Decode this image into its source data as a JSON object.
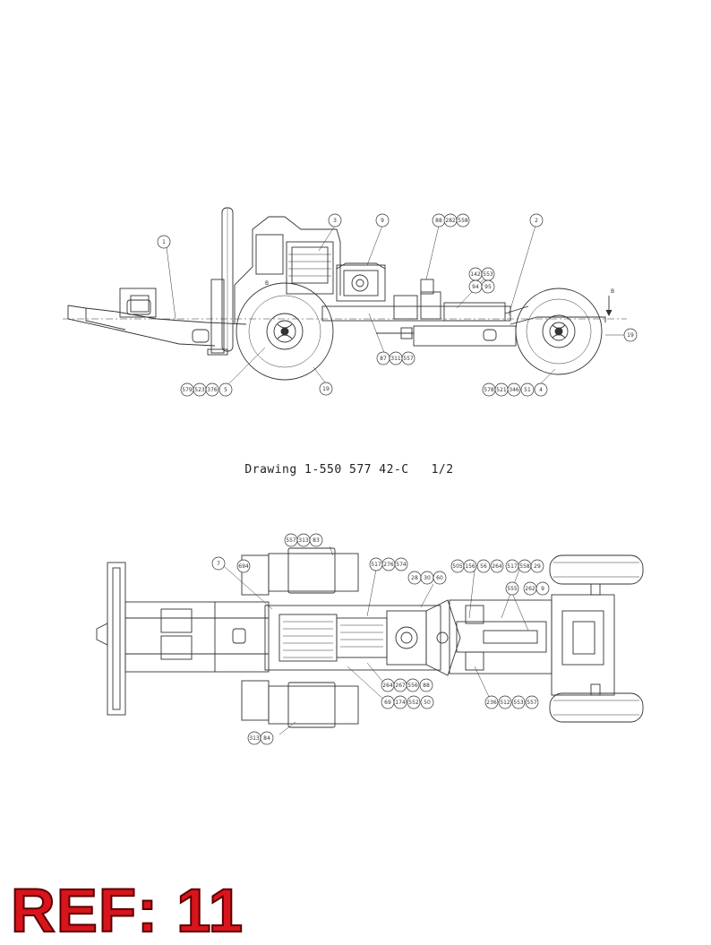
{
  "drawing_caption": "Drawing 1-550 577 42-C   1/2",
  "reference_label": "REF: 11",
  "section_marker": "B",
  "side_view_callouts": [
    "1",
    "3",
    "9",
    "88",
    "282",
    "558",
    "2",
    "142",
    "553",
    "94",
    "95",
    "B",
    "19",
    "87",
    "311",
    "557",
    "579",
    "523",
    "376",
    "5",
    "19",
    "578",
    "521",
    "346",
    "51",
    "4"
  ],
  "top_view_callouts": [
    "557",
    "313",
    "83",
    "7",
    "694",
    "517",
    "276",
    "574",
    "505",
    "156",
    "56",
    "264",
    "517",
    "558",
    "29",
    "28",
    "30",
    "60",
    "555",
    "262",
    "9",
    "264",
    "267",
    "556",
    "88",
    "69",
    "174",
    "552",
    "50",
    "236",
    "512",
    "553",
    "557",
    "313",
    "84"
  ]
}
